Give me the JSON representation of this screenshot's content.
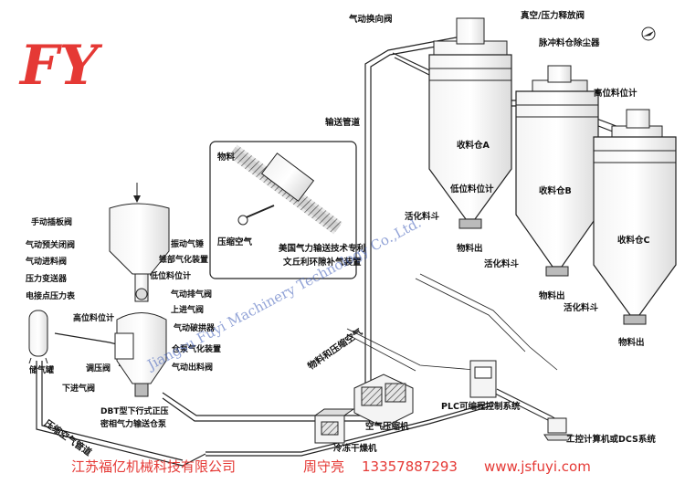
{
  "brand": {
    "logo": "FY"
  },
  "watermark": "Jiangsu Fuyi Machinery Technology Co.,Ltd.",
  "colors": {
    "brand_red": "#e53935",
    "watermark_blue": "#3b5ab8",
    "line": "#222222"
  },
  "north_icon": "north-arrow-icon",
  "labels": {
    "air_diverter": "气动换向阀",
    "vacuum_valve": "真空/压力释放阀",
    "pulse_filter": "脉冲料仓除尘器",
    "high_level_1": "高位料位计",
    "convey_pipe": "输送管道",
    "silo_a": "收料仓A",
    "silo_b": "收料仓B",
    "silo_c": "收料仓C",
    "low_level_1": "低位料位计",
    "active_hopper_1": "活化料斗",
    "outlet_1": "物料出",
    "active_hopper_2": "活化料斗",
    "outlet_2": "物料出",
    "active_hopper_3": "活化料斗",
    "outlet_3": "物料出",
    "material": "物料",
    "compressed_air": "压缩空气",
    "patent_line1": "美国气力输送技术专利",
    "patent_line2": "文丘利环隙补气装置",
    "manual_gate": "手动插板阀",
    "pneu_preclose": "气动预关闭阀",
    "pneu_inlet": "气动进料阀",
    "pressure_tx": "压力变送器",
    "contact_gauge": "电接点压力表",
    "high_level_2": "高位料位计",
    "vibr_hammer": "振动气锤",
    "cone_aeration": "锥部气化装置",
    "low_level_2": "低位料位计",
    "pneu_vent": "气动排气阀",
    "upper_inlet": "上进气阀",
    "pneu_breaker": "气动破拱器",
    "pump_aeration": "仓泵气化装置",
    "pneu_outlet": "气动出料阀",
    "air_tank": "储气罐",
    "regulator": "调压阀",
    "lower_inlet": "下进气阀",
    "pump_name_1": "DBT型下行式正压",
    "pump_name_2": "密相气力输送仓泵",
    "mat_air_pipe": "物料和压缩空气",
    "air_pipe": "压缩空气管道",
    "dryer": "冷冻干燥机",
    "compressor": "空气压缩机",
    "plc": "PLC可编程控制系统",
    "dcs": "工控计算机或DCS系统"
  },
  "footer": {
    "company": "江苏福亿机械科技有限公司",
    "contact": "周守亮",
    "phone": "13357887293",
    "website": "www.jsfuyi.com"
  }
}
